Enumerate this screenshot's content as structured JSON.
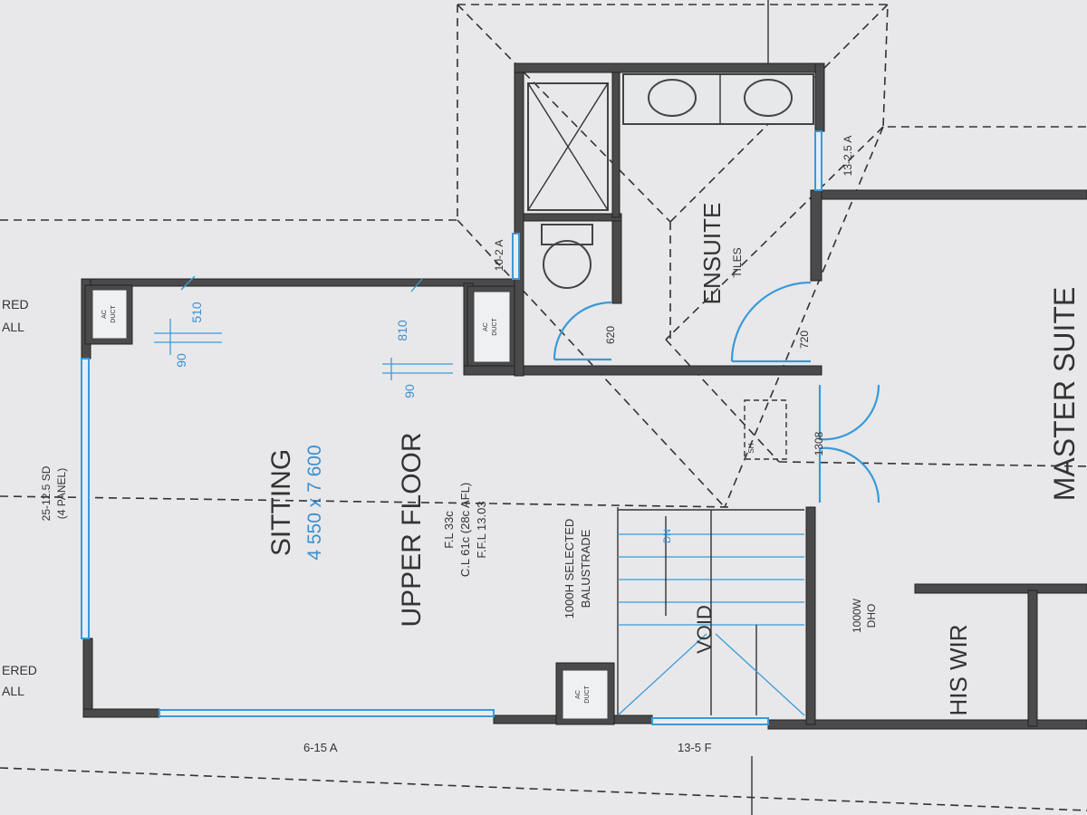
{
  "colors": {
    "background": "#e8e8ea",
    "wall": "#4a4a4a",
    "line": "#333333",
    "dimension_blue": "#3a9ad9"
  },
  "rooms": {
    "sitting": {
      "name": "SITTING",
      "size": "4 550 x 7 600"
    },
    "upper_floor": {
      "name": "UPPER FLOOR",
      "fl": "F.L 33c",
      "cl": "C.L 61c (28c AFL)",
      "ffl": "F.F.L 13.03"
    },
    "ensuite": {
      "name": "ENSUITE",
      "finish": "TILES"
    },
    "master_suite": {
      "name": "MASTER SUITE"
    },
    "his_wir": {
      "name": "HIS WIR"
    },
    "void": {
      "name": "VOID"
    }
  },
  "labels": {
    "sliding_door": "25-12.5 SD",
    "sliding_door_panels": "(4 PANEL)",
    "balustrade_1": "1000H SELECTED",
    "balustrade_2": "BALUSTRADE",
    "dho_1": "1000W",
    "dho_2": "DHO",
    "stair_direction": "DN",
    "ac_duct_1": "AC",
    "ac_duct_2": "DUCT",
    "sh": "SH",
    "wall_frag_top_1": "RED",
    "wall_frag_top_2": "ALL",
    "wall_frag_bot_1": "ERED",
    "wall_frag_bot_2": "ALL"
  },
  "dimensions": {
    "win_bottom_left": "6-15 A",
    "win_bottom_right": "13-5 F",
    "win_wc": "10-2 A",
    "win_ensuite": "13-2.5 A",
    "d510": "510",
    "d90a": "90",
    "d810": "810",
    "d90b": "90",
    "door_620": "620",
    "door_720": "720",
    "door_1308": "1308"
  }
}
